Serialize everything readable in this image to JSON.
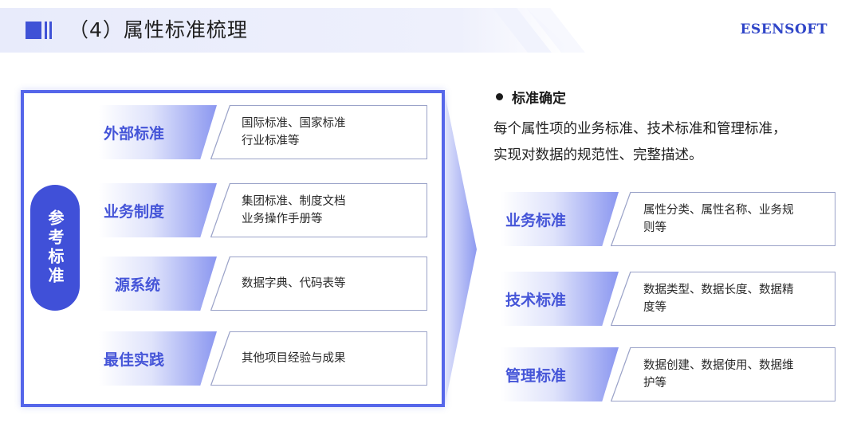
{
  "header": {
    "title": "（4）属性标准梳理",
    "brand": "ESENSOFT"
  },
  "left": {
    "side_label": "参考标准",
    "rows": [
      {
        "label": "外部标准",
        "lines": [
          "国际标准、国家标准",
          "行业标准等"
        ]
      },
      {
        "label": "业务制度",
        "lines": [
          "集团标准、制度文档",
          "业务操作手册等"
        ]
      },
      {
        "label": "源系统",
        "lines": [
          "数据字典、代码表等"
        ]
      },
      {
        "label": "最佳实践",
        "lines": [
          "其他项目经验与成果"
        ]
      }
    ]
  },
  "right": {
    "bullet_title": "标准确定",
    "description_lines": [
      "每个属性项的业务标准、技术标准和管理标准，",
      "实现对数据的规范性、完整描述。"
    ],
    "rows": [
      {
        "label": "业务标准",
        "lines": [
          "属性分类、属性名称、业务规",
          "则等"
        ]
      },
      {
        "label": "技术标准",
        "lines": [
          "数据类型、数据长度、数据精",
          "度等"
        ]
      },
      {
        "label": "管理标准",
        "lines": [
          "数据创建、数据使用、数据维",
          "护等"
        ]
      }
    ]
  },
  "colors": {
    "accent": "#4050d8",
    "border": "#5566ea",
    "box_border": "#9aa2c8"
  }
}
